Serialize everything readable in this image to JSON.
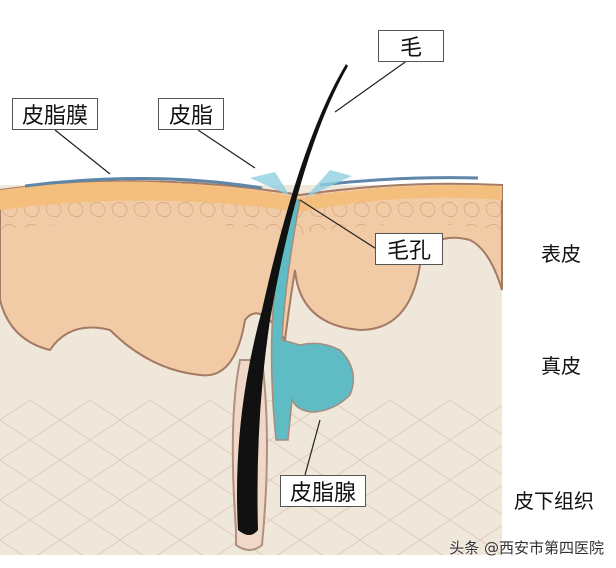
{
  "labels": {
    "hair": "毛",
    "sebum_film": "皮脂膜",
    "sebum": "皮脂",
    "pore": "毛孔",
    "sebaceous_gland": "皮脂腺"
  },
  "layers": {
    "epidermis": "表皮",
    "dermis": "真皮",
    "subcutaneous": "皮下组织"
  },
  "watermark": "头条 @西安市第四医院",
  "colors": {
    "epidermis": "#f1cba6",
    "stratum_corneum": "#f4bf7c",
    "dermis": "#eee7da",
    "surface_film": "#5d86a8",
    "gland": "#5fbcc4",
    "hair": "#111111"
  }
}
